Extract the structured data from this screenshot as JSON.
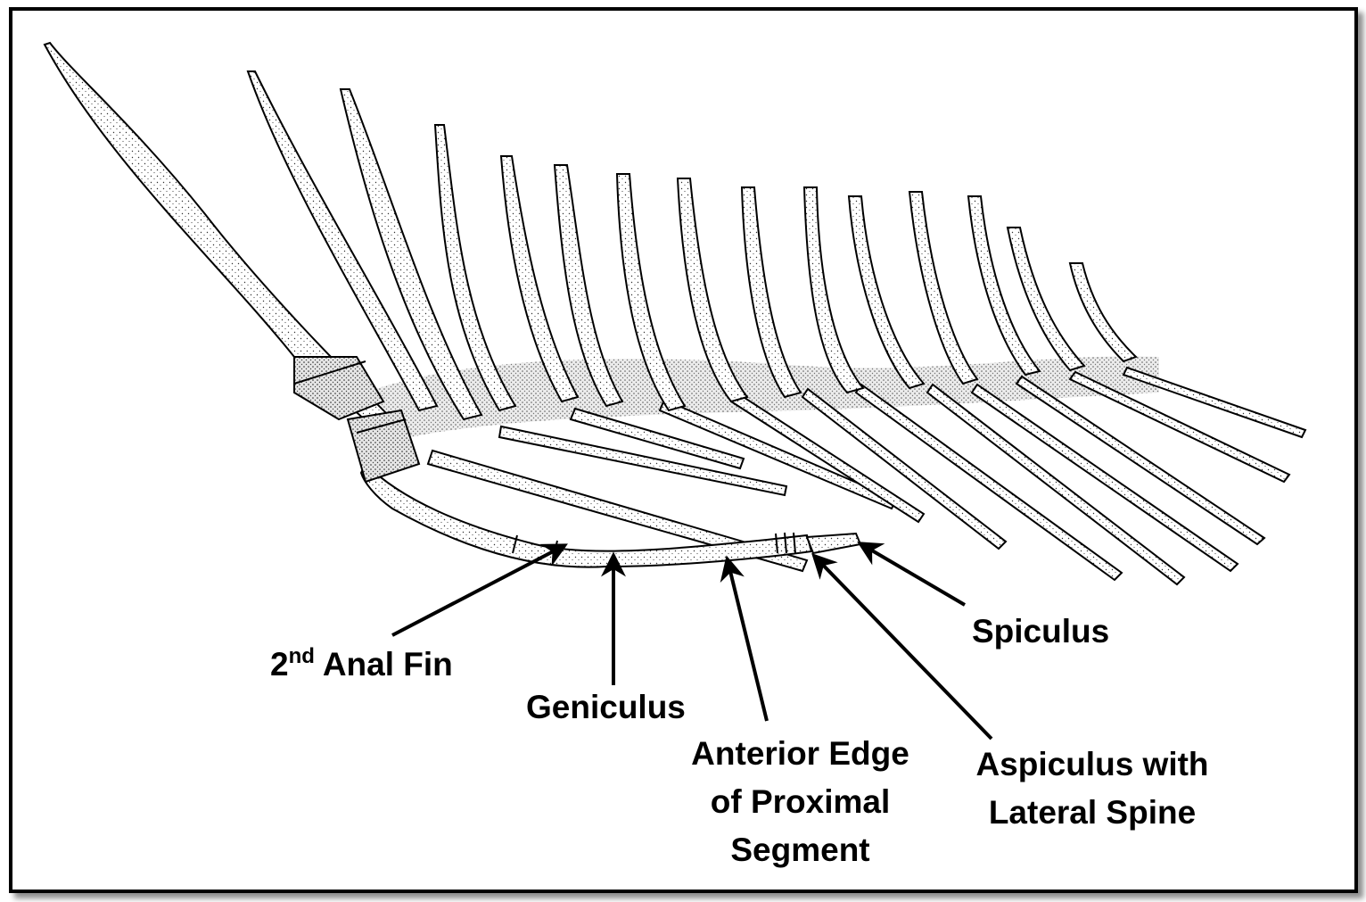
{
  "labels": {
    "second_anal_fin": {
      "prefix": "2",
      "sup": "nd",
      "text": " Anal Fin"
    },
    "geniculus": "Geniculus",
    "anterior_edge": [
      "Anterior Edge",
      "of Proximal",
      "Segment"
    ],
    "aspiculus": [
      "Aspiculus with",
      "Lateral Spine"
    ],
    "spiculus": "Spiculus"
  },
  "colors": {
    "ink": "#000000",
    "shading": "#8a8a8a",
    "border": "#000000",
    "background": "#ffffff"
  }
}
